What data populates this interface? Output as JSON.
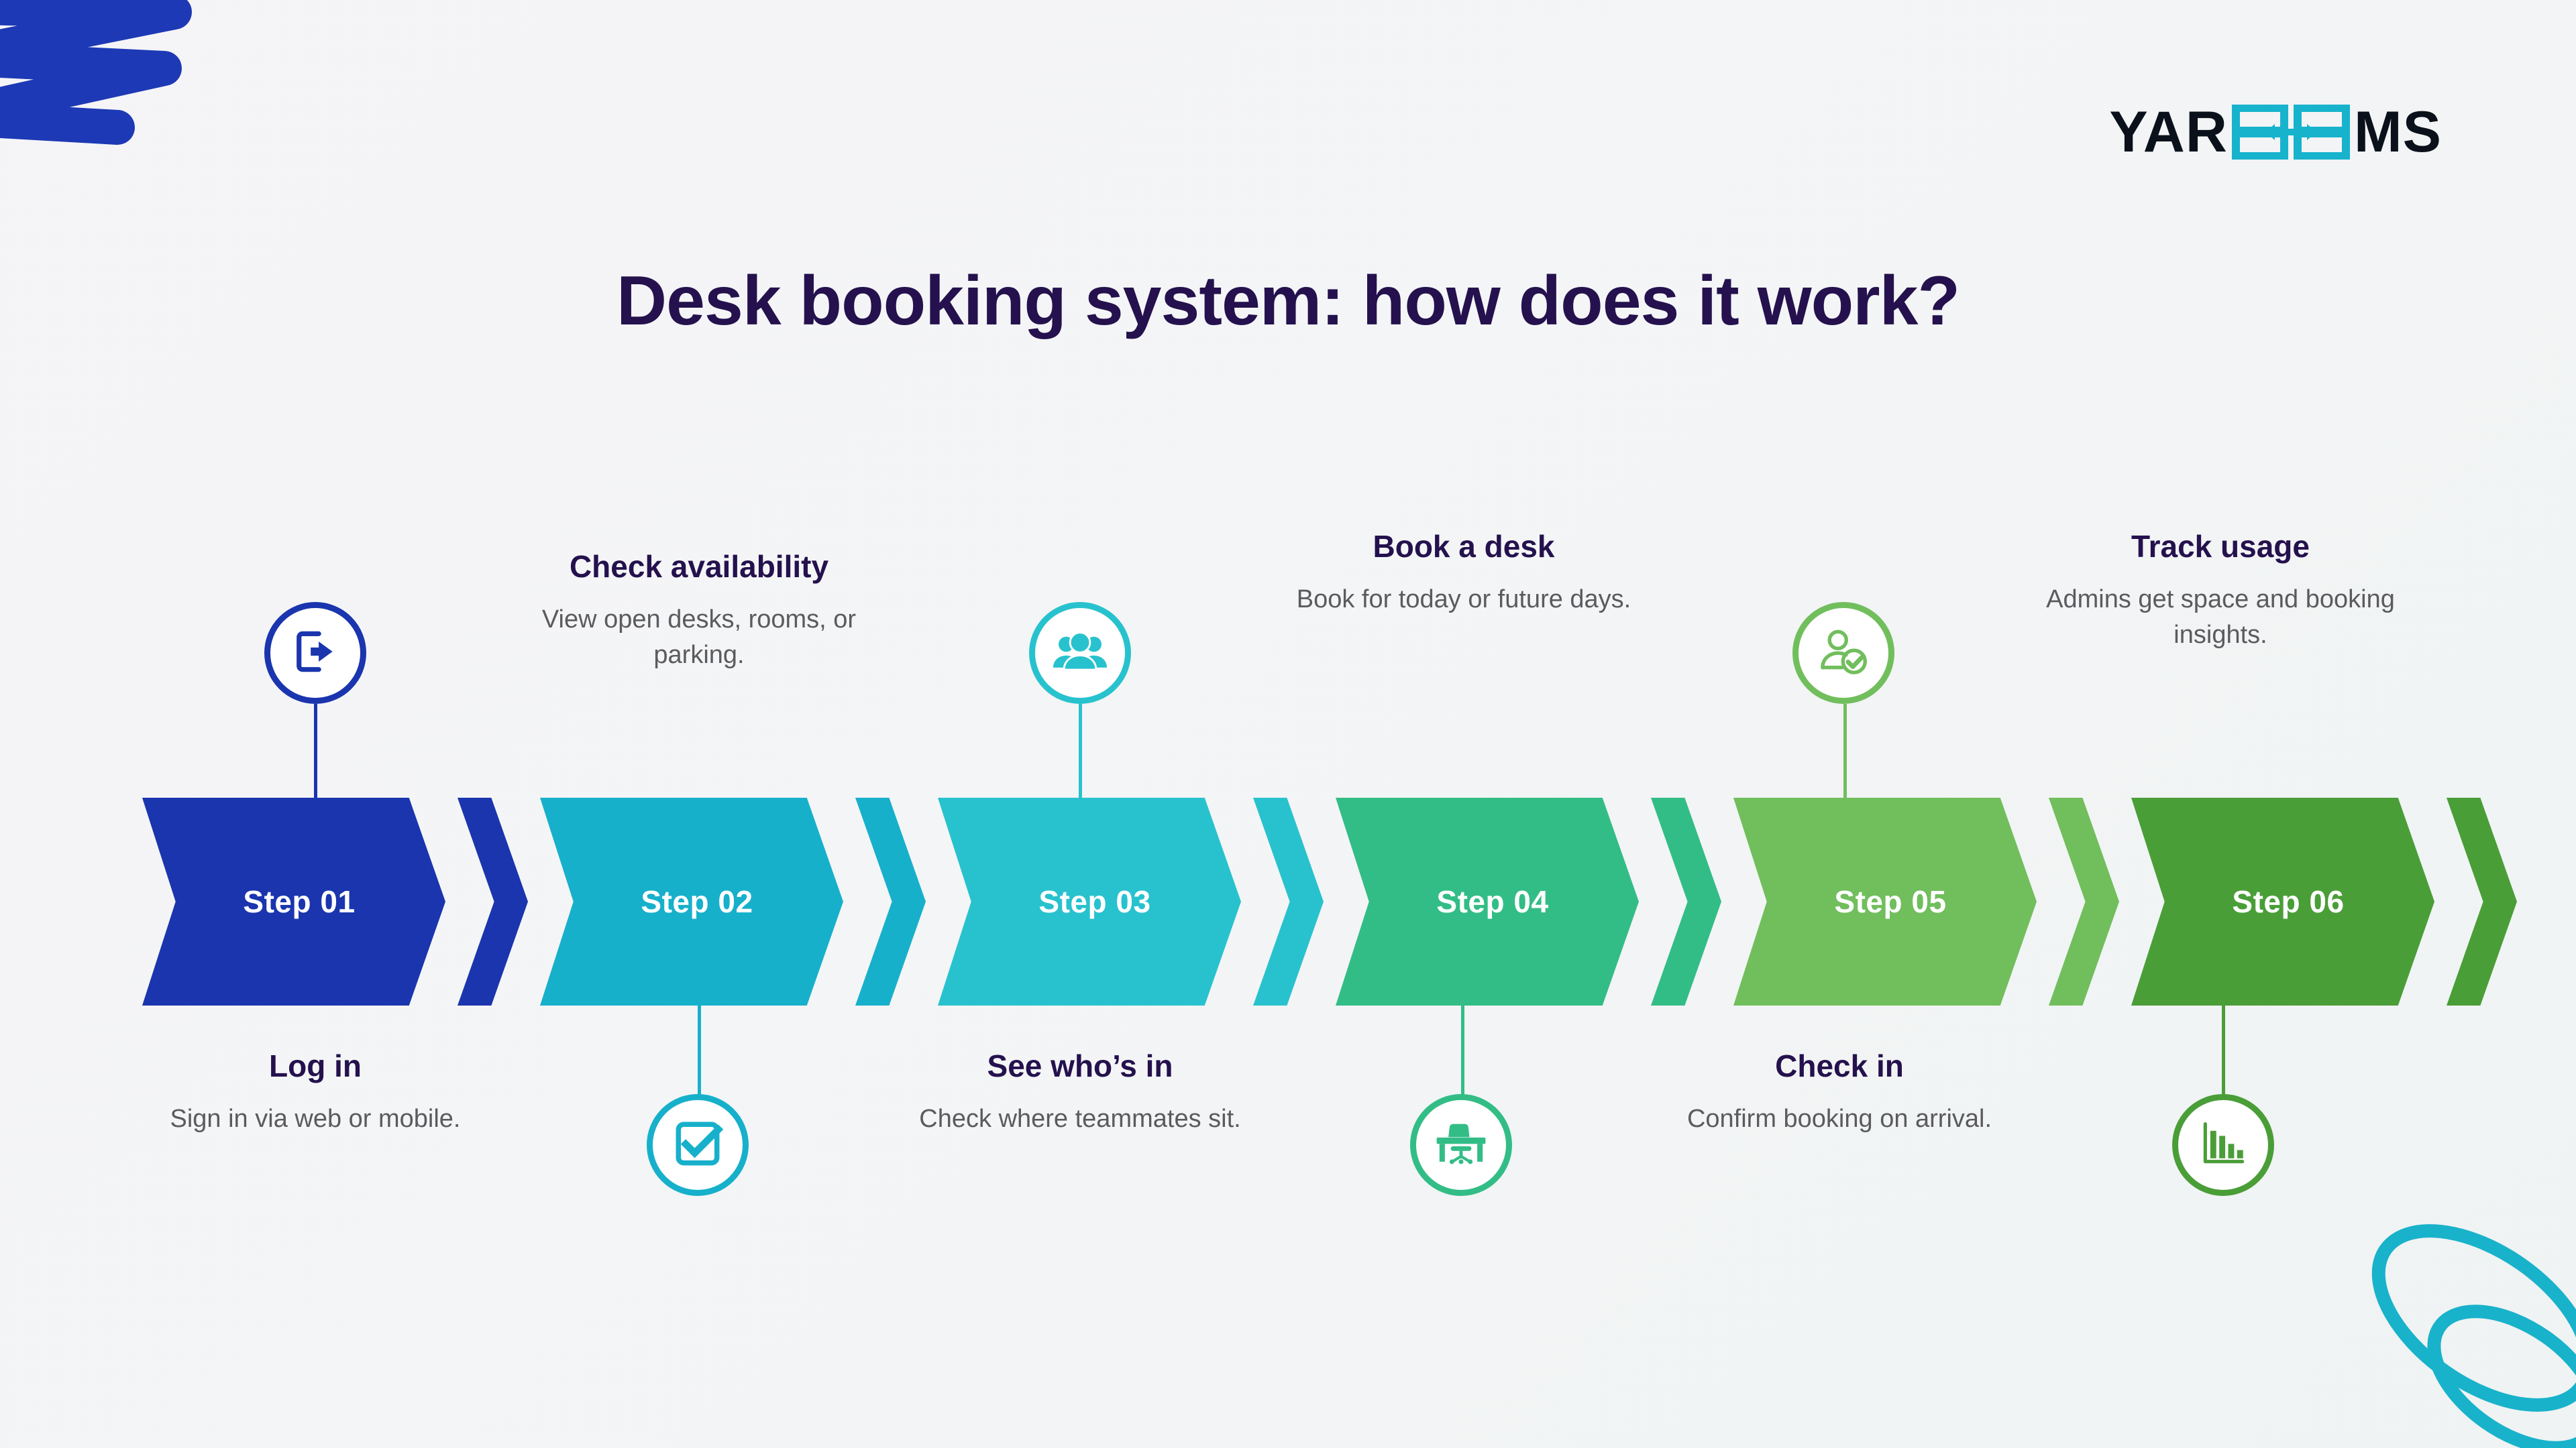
{
  "page": {
    "title": "Desk booking system: how does it work?",
    "background_color": "#f3f4f6"
  },
  "logo": {
    "text_left": "YAR",
    "text_right": "MS",
    "mark_name": "two-way-arrow-squares",
    "text_color": "#0b111b",
    "mark_color": "#17b3cd"
  },
  "decorations": [
    {
      "name": "blue-zigzag-scribble",
      "position": "top-left",
      "color": "#1d39b5"
    },
    {
      "name": "cyan-double-loop",
      "position": "bottom-right",
      "color": "#19b2cb"
    }
  ],
  "theme": {
    "title_color": "#24114d",
    "heading_color": "#24114d",
    "body_color": "#5b5b5f",
    "step_label_color": "#ffffff"
  },
  "steps": [
    {
      "step_label": "Step 01",
      "band_color": "#1a35ae",
      "title": "Log in",
      "description": "Sign in via web or mobile.",
      "icon": "login-arrow-icon",
      "callout_position": "below"
    },
    {
      "step_label": "Step 02",
      "band_color": "#17b0cb",
      "title": "Check availability",
      "description": "View open desks, rooms, or parking.",
      "icon": "checkbox-check-icon",
      "callout_position": "above"
    },
    {
      "step_label": "Step 03",
      "band_color": "#28c2ce",
      "title": "See who’s in",
      "description": "Check where teammates sit.",
      "icon": "people-group-icon",
      "callout_position": "below"
    },
    {
      "step_label": "Step 04",
      "band_color": "#33bd86",
      "title": "Book a desk",
      "description": "Book for today or future days.",
      "icon": "desk-chair-icon",
      "callout_position": "above"
    },
    {
      "step_label": "Step 05",
      "band_color": "#71be5d",
      "title": "Check in",
      "description": "Confirm booking on arrival.",
      "icon": "user-check-icon",
      "callout_position": "below"
    },
    {
      "step_label": "Step 06",
      "band_color": "#4a9e38",
      "title": "Track usage",
      "description": "Admins get space and booking insights.",
      "icon": "bar-chart-icon",
      "callout_position": "above"
    }
  ]
}
